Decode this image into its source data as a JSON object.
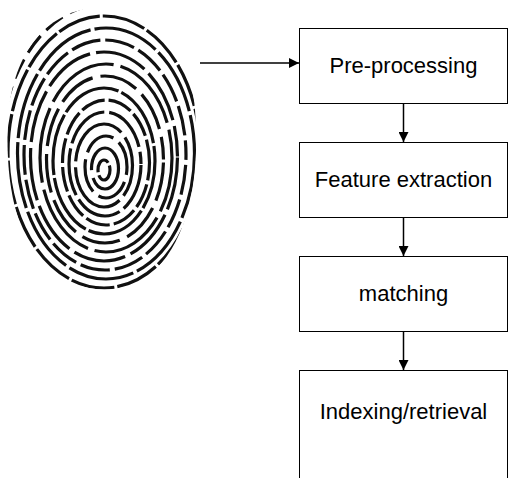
{
  "diagram": {
    "nodes": [
      {
        "text": [
          "Pre-processing"
        ]
      },
      {
        "text": [
          "Feature extraction"
        ]
      },
      {
        "text": [
          "matching"
        ]
      },
      {
        "text": [
          "Indexing/retrieval"
        ]
      }
    ],
    "edges": [
      {
        "from": 0,
        "to": 1,
        "arrow": "to"
      },
      {
        "from": 1,
        "to": 2,
        "arrow": "to"
      },
      {
        "from": 2,
        "to": 3,
        "arrow": "to"
      }
    ]
  }
}
